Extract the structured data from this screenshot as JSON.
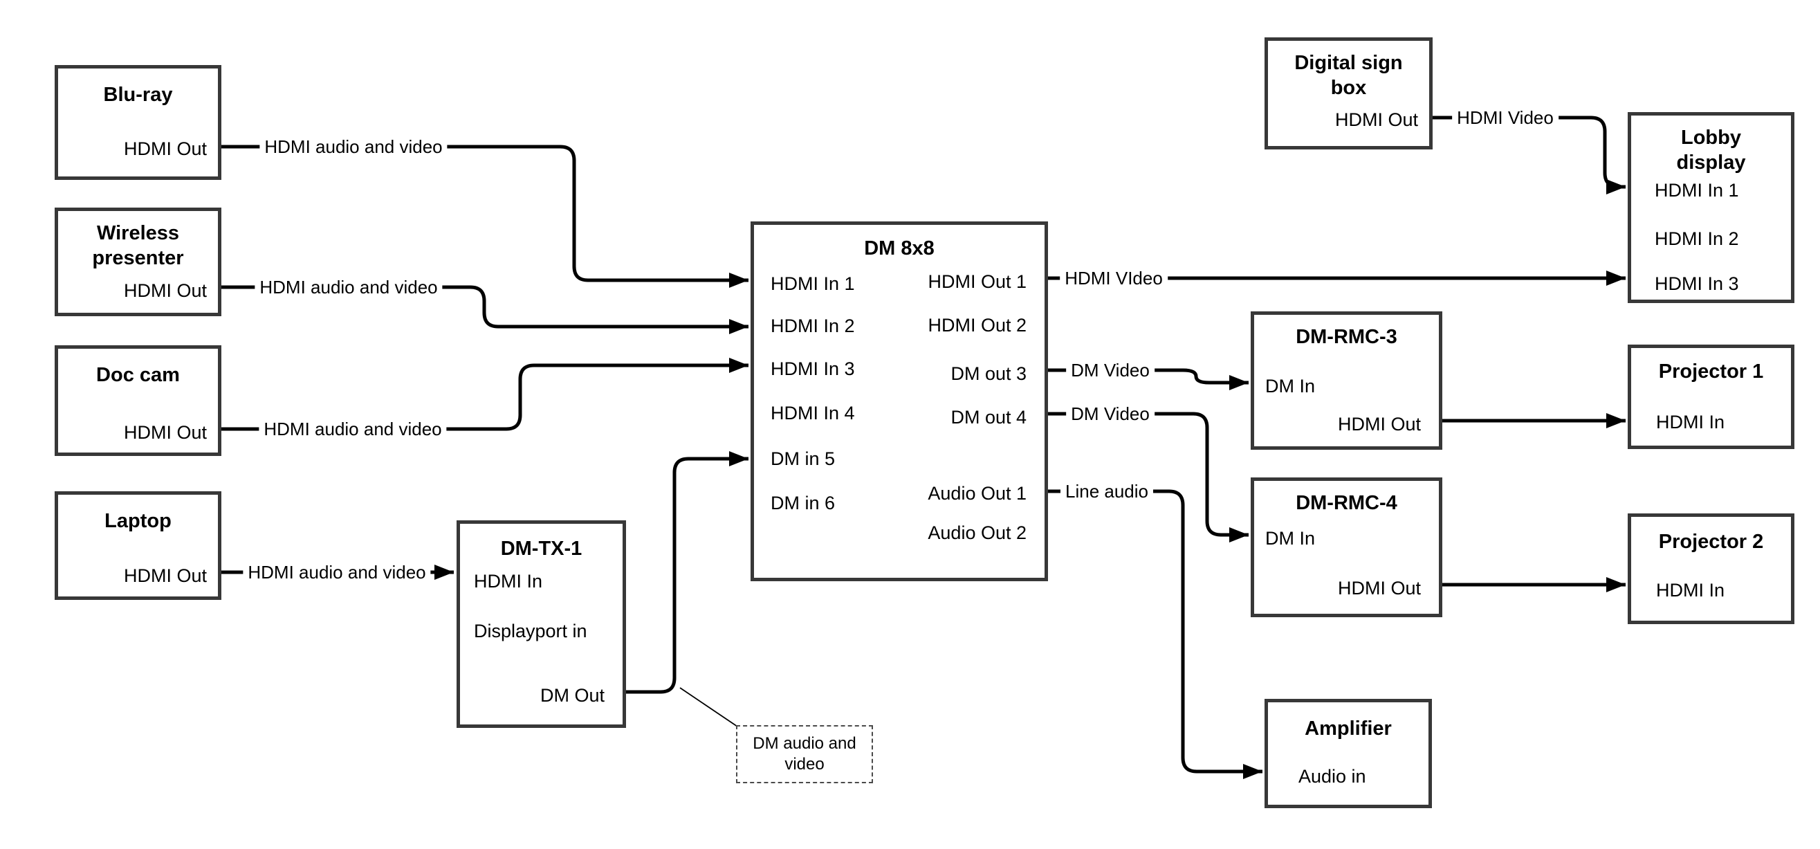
{
  "colors": {
    "background": "#ffffff",
    "wire": "#000000",
    "box_border": "#383838",
    "text": "#000000"
  },
  "boxes": {
    "bluray": {
      "title": "Blu-ray",
      "ports": [
        "HDMI Out"
      ]
    },
    "wireless_presenter": {
      "title": "Wireless presenter",
      "ports": [
        "HDMI Out"
      ]
    },
    "doc_cam": {
      "title": "Doc cam",
      "ports": [
        "HDMI Out"
      ]
    },
    "laptop": {
      "title": "Laptop",
      "ports": [
        "HDMI Out"
      ]
    },
    "dm_tx1": {
      "title": "DM-TX-1",
      "ports": [
        "HDMI In",
        "Displayport in",
        "DM Out"
      ]
    },
    "dm_8x8": {
      "title": "DM 8x8",
      "inputs": [
        "HDMI In 1",
        "HDMI In 2",
        "HDMI In 3",
        "HDMI In 4",
        "DM in 5",
        "DM in 6"
      ],
      "outputs": [
        "HDMI Out 1",
        "HDMI Out 2",
        "DM out 3",
        "DM out 4",
        "Audio Out 1",
        "Audio Out 2"
      ]
    },
    "digital_sign_box": {
      "title": "Digital sign box",
      "ports": [
        "HDMI Out"
      ]
    },
    "lobby_display": {
      "title": "Lobby display",
      "ports": [
        "HDMI In 1",
        "HDMI In 2",
        "HDMI In 3"
      ]
    },
    "dm_rmc3": {
      "title": "DM-RMC-3",
      "ports": [
        "DM In",
        "HDMI Out"
      ]
    },
    "projector1": {
      "title": "Projector 1",
      "ports": [
        "HDMI In"
      ]
    },
    "dm_rmc4": {
      "title": "DM-RMC-4",
      "ports": [
        "DM In",
        "HDMI Out"
      ]
    },
    "projector2": {
      "title": "Projector 2",
      "ports": [
        "HDMI In"
      ]
    },
    "amplifier": {
      "title": "Amplifier",
      "ports": [
        "Audio in"
      ]
    }
  },
  "wire_labels": {
    "bluray_to_dm8x8": "HDMI audio and video",
    "wireless_to_dm8x8": "HDMI audio and video",
    "doccam_to_dm8x8": "HDMI audio and video",
    "laptop_to_dmtx1": "HDMI audio and video",
    "hdmi_out1_to_lobby": "HDMI VIdeo",
    "sign_to_lobby": "HDMI Video",
    "dm_out3_to_rmc3": "DM Video",
    "dm_out4_to_rmc4": "DM Video",
    "audio_out1_to_amplifier": "Line audio",
    "callout_note": "DM audio and video"
  }
}
